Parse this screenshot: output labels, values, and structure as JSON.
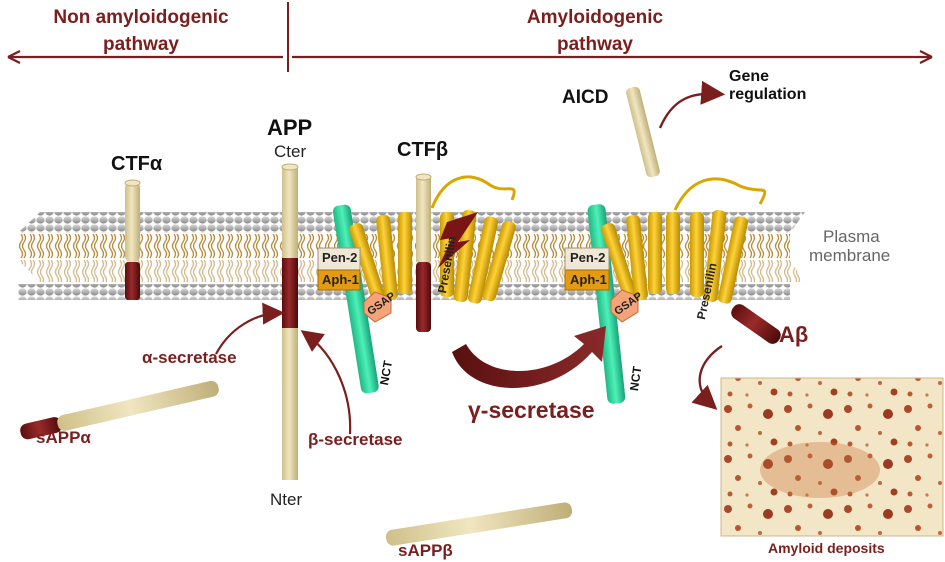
{
  "pathways": {
    "non_amyloidogenic": {
      "line1": "Non amyloidogenic",
      "line2": "pathway"
    },
    "amyloidogenic": {
      "line1": "Amyloidogenic",
      "line2": "pathway"
    }
  },
  "labels": {
    "app": "APP",
    "cter": "Cter",
    "nter": "Nter",
    "ctf_alpha": "CTFα",
    "ctf_beta": "CTFβ",
    "aicd": "AICD",
    "gene_regulation_1": "Gene",
    "gene_regulation_2": "regulation",
    "plasma_membrane_1": "Plasma",
    "plasma_membrane_2": "membrane",
    "alpha_secretase": "α-secretase",
    "beta_secretase": "β-secretase",
    "gamma_secretase": "γ-secretase",
    "sapp_alpha": "sAPPα",
    "sapp_beta": "sAPPβ",
    "a_beta": "Aβ",
    "amyloid_deposits": "Amyloid deposits"
  },
  "complex": {
    "pen2": "Pen-2",
    "aph1": "Aph-1",
    "gsap": "GSAP",
    "presenilin": "Presenilin",
    "nct": "NCT"
  },
  "colors": {
    "pathway_red": "#7a1e1e",
    "app_tan": "#e2d6a8",
    "app_red": "#7a1515",
    "presenilin_gold": "#e8b400",
    "nct_green": "#2fd6a0",
    "membrane_grey": "#9a9a9a",
    "gsap_orange": "#f5a47a"
  }
}
